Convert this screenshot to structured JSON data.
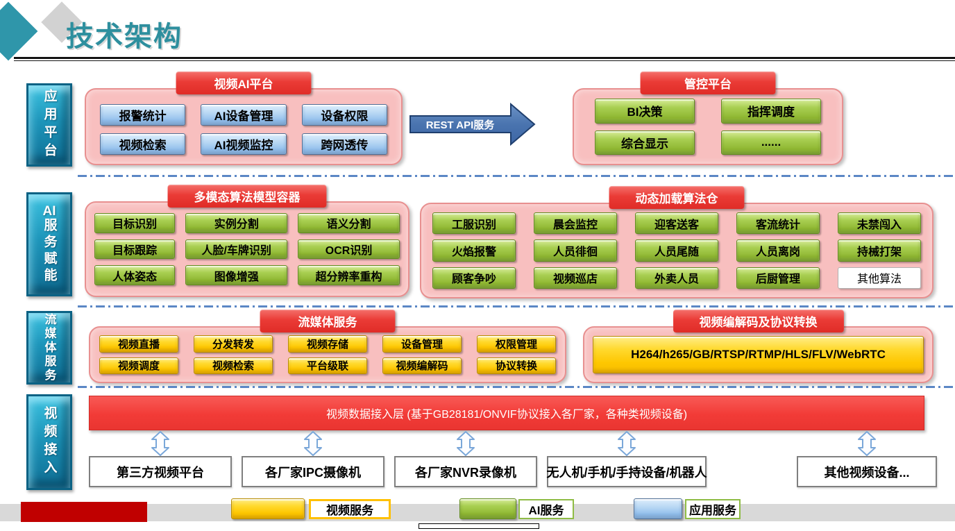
{
  "title": "技术架构",
  "rows": {
    "app": {
      "sidebar": "应用平台",
      "left_header": "视频AI平台",
      "left_buttons": [
        "报警统计",
        "AI设备管理",
        "设备权限",
        "视频检索",
        "AI视频监控",
        "跨网透传"
      ],
      "arrow_label": "REST API服务",
      "right_header": "管控平台",
      "right_buttons": [
        "BI决策",
        "指挥调度",
        "综合显示",
        "......"
      ]
    },
    "ai": {
      "sidebar_prefix": "AI",
      "sidebar_rest": "服务赋能",
      "left_header": "多模态算法模型容器",
      "left_buttons": [
        "目标识别",
        "实例分割",
        "语义分割",
        "目标跟踪",
        "人脸/车牌识别",
        "OCR识别",
        "人体姿态",
        "图像增强",
        "超分辨率重构"
      ],
      "right_header": "动态加载算法仓",
      "right_buttons": [
        "工服识别",
        "晨会监控",
        "迎客送客",
        "客流统计",
        "未禁闯入",
        "火焰报警",
        "人员徘徊",
        "人员尾随",
        "人员离岗",
        "持械打架",
        "顾客争吵",
        "视频巡店",
        "外卖人员",
        "后厨管理",
        "其他算法"
      ]
    },
    "stream": {
      "sidebar": "流媒体服务",
      "left_header": "流媒体服务",
      "left_buttons": [
        "视频直播",
        "分发转发",
        "视频存储",
        "设备管理",
        "权限管理",
        "视频调度",
        "视频检索",
        "平台级联",
        "视频编解码",
        "协议转换"
      ],
      "right_header": "视频编解码及协议转换",
      "protocols": "H264/h265/GB/RTSP/RTMP/HLS/FLV/WebRTC"
    },
    "access": {
      "sidebar": "视频接入",
      "bar_label": "视频数据接入层 (基于GB28181/ONVIF协议接入各厂家，各种类视频设备)",
      "devices": [
        "第三方视频平台",
        "各厂家IPC摄像机",
        "各厂家NVR录像机",
        "无人机/手机/手持设备/机器人",
        "其他视频设备..."
      ]
    }
  },
  "legend": {
    "items": [
      {
        "label": "视频服务",
        "swatch_color": "#FFC000"
      },
      {
        "label": "AI服务",
        "swatch_color": "#92C050"
      },
      {
        "label": "应用服务",
        "swatch_color": "#9DC3E6"
      }
    ]
  },
  "colors": {
    "title_teal": "#2E8F9E",
    "sidebar_teal": "#1D95BA",
    "header_red": "#EA3B36",
    "panel_pink": "#F8BFBF",
    "button_blue": "#9DC6EE",
    "button_green": "#9CC43E",
    "button_yellow": "#FEC701",
    "access_bar_red": "#F23B37",
    "legend_dark_red": "#C00000",
    "divider_blue": "#5B87C5"
  }
}
